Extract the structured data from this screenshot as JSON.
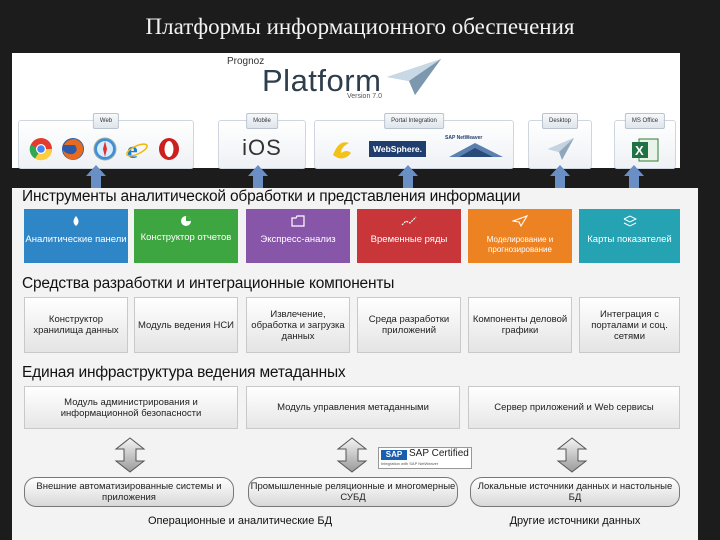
{
  "slide_title": "Платформы информационного обеспечения",
  "banner": {
    "brand": "Prognoz",
    "product": "Platform",
    "version": "Version 7.0",
    "channels": [
      {
        "label": "Web",
        "icons": [
          "chrome-icon",
          "firefox-icon",
          "safari-icon",
          "ie-icon",
          "opera-icon"
        ]
      },
      {
        "label": "Mobile",
        "text": "iOS"
      },
      {
        "label": "Portal Integration",
        "items": [
          "WebSphere.",
          "SAP NetWeaver"
        ]
      },
      {
        "label": "Desktop"
      },
      {
        "label": "MS Office"
      }
    ]
  },
  "sections": {
    "tools": {
      "title": "Инструменты аналитической обработки и представления информации",
      "items": [
        {
          "label": "Аналитические панели",
          "color": "#2f86c7"
        },
        {
          "label": "Конструктор отчетов",
          "color": "#3ea640"
        },
        {
          "label": "Экспресс-анализ",
          "color": "#8856a8"
        },
        {
          "label": "Временные ряды",
          "color": "#c8363a"
        },
        {
          "label": "Моделирование и прогнозирование",
          "color": "#ec8222"
        },
        {
          "label": "Карты показателей",
          "color": "#25a3b3"
        }
      ]
    },
    "dev": {
      "title": "Средства разработки и интеграционные компоненты",
      "items": [
        "Конструктор хранилища данных",
        "Модуль ведения НСИ",
        "Извлечение, обработка и загрузка данных",
        "Среда разработки приложений",
        "Компоненты деловой графики",
        "Интеграция с порталами и соц. сетями"
      ]
    },
    "meta": {
      "title": "Единая инфраструктура ведения метаданных",
      "items": [
        "Модуль администрирования и информационной безопасности",
        "Модуль управления метаданными",
        "Сервер приложений и Web сервисы"
      ]
    }
  },
  "sap_badge": {
    "title": "SAP Certified",
    "subtitle": "Integration with SAP NetWeaver"
  },
  "databases": [
    "Внешние автоматизированные системы и приложения",
    "Промышленные реляционные и многомерные СУБД",
    "Локальные источники данных и настольные БД"
  ],
  "bottom_labels": [
    "Операционные и аналитические БД",
    "Другие источники данных"
  ],
  "colors": {
    "background": "#1c1c1c",
    "arrow": "#6a8fc4"
  }
}
